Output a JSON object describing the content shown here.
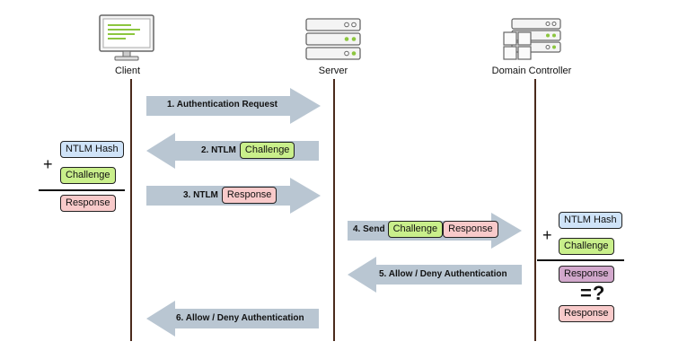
{
  "actors": {
    "client": "Client",
    "server": "Server",
    "domain_controller": "Domain Controller"
  },
  "steps": {
    "s1": "1. Authentication Request",
    "s2": "2. NTLM",
    "s3": "3. NTLM",
    "s4": "4. Send",
    "s5": "5. Allow / Deny Authentication",
    "s6": "6. Allow / Deny Authentication"
  },
  "chips": {
    "ntlm_hash": "NTLM Hash",
    "challenge": "Challenge",
    "response": "Response"
  },
  "ops": {
    "plus": "+",
    "equals_question": "=?"
  },
  "colors": {
    "arrow": "#b9c6d2",
    "lifeline": "#4a2a1c",
    "hash": "#cfe3f8",
    "challenge": "#c9ef8b",
    "response": "#f8caca",
    "response_dc": "#d2a8cc"
  },
  "icons": {
    "client": "monitor-icon",
    "server": "server-rack-icon",
    "domain_controller": "domain-controller-icon"
  }
}
